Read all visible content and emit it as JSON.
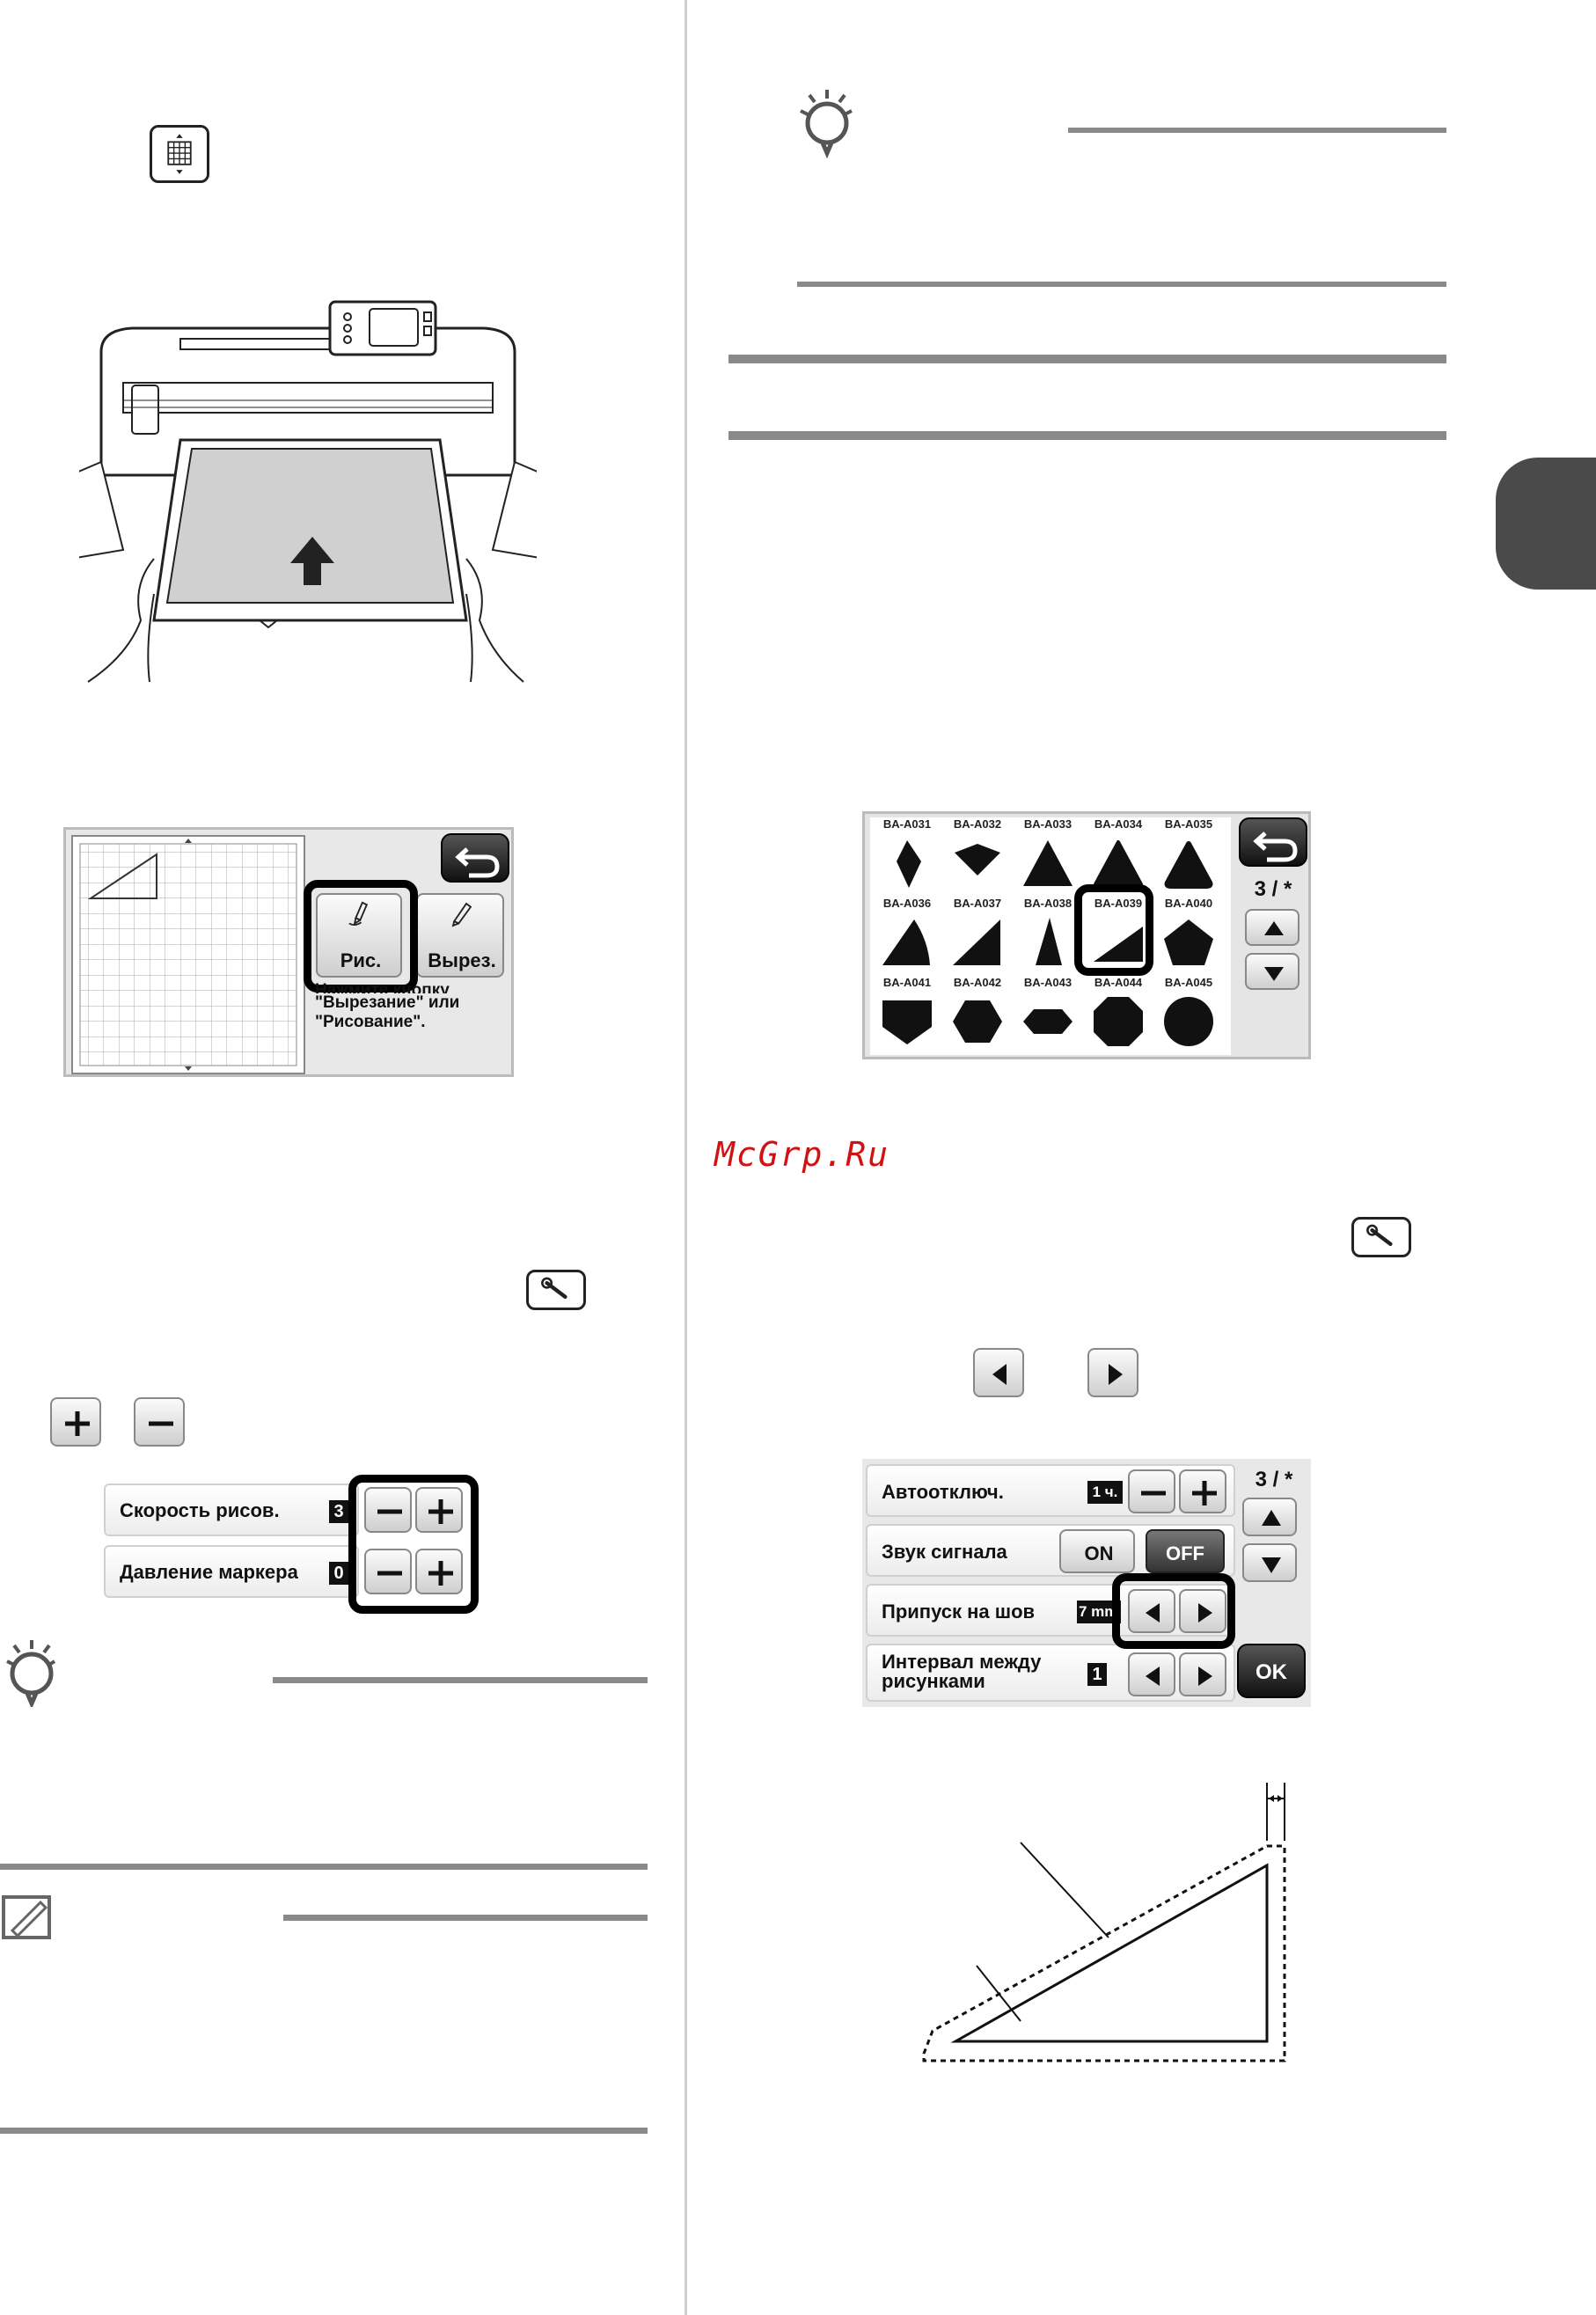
{
  "watermark": "McGrp.Ru",
  "mode_screen": {
    "draw_label": "Рис.",
    "cut_label": "Вырез.",
    "hint_line1": "Нажмите кнопку",
    "hint_line2": "\"Вырезание\" или",
    "hint_line3": "\"Рисование\"."
  },
  "speed_panel": {
    "rows": [
      {
        "label": "Скорость рисов.",
        "value": "3"
      },
      {
        "label": "Давление маркера",
        "value": "0"
      }
    ]
  },
  "shape_screen": {
    "page": "3 / *",
    "codes": [
      "BA-A031",
      "BA-A032",
      "BA-A033",
      "BA-A034",
      "BA-A035",
      "BA-A036",
      "BA-A037",
      "BA-A038",
      "BA-A039",
      "BA-A040",
      "BA-A041",
      "BA-A042",
      "BA-A043",
      "BA-A044",
      "BA-A045"
    ]
  },
  "settings_screen": {
    "page": "3 / *",
    "auto_off_label": "Автоотключ.",
    "auto_off_value": "1 ч.",
    "sound_label": "Звук сигнала",
    "sound_on": "ON",
    "sound_off": "OFF",
    "seam_label": "Припуск на шов",
    "seam_value": "7 mm",
    "interval_label_1": "Интервал между",
    "interval_label_2": "рисунками",
    "interval_value": "1",
    "ok_label": "OK"
  },
  "colors": {
    "accent_red": "#d01212",
    "tab_gray": "#4a4a4a"
  }
}
